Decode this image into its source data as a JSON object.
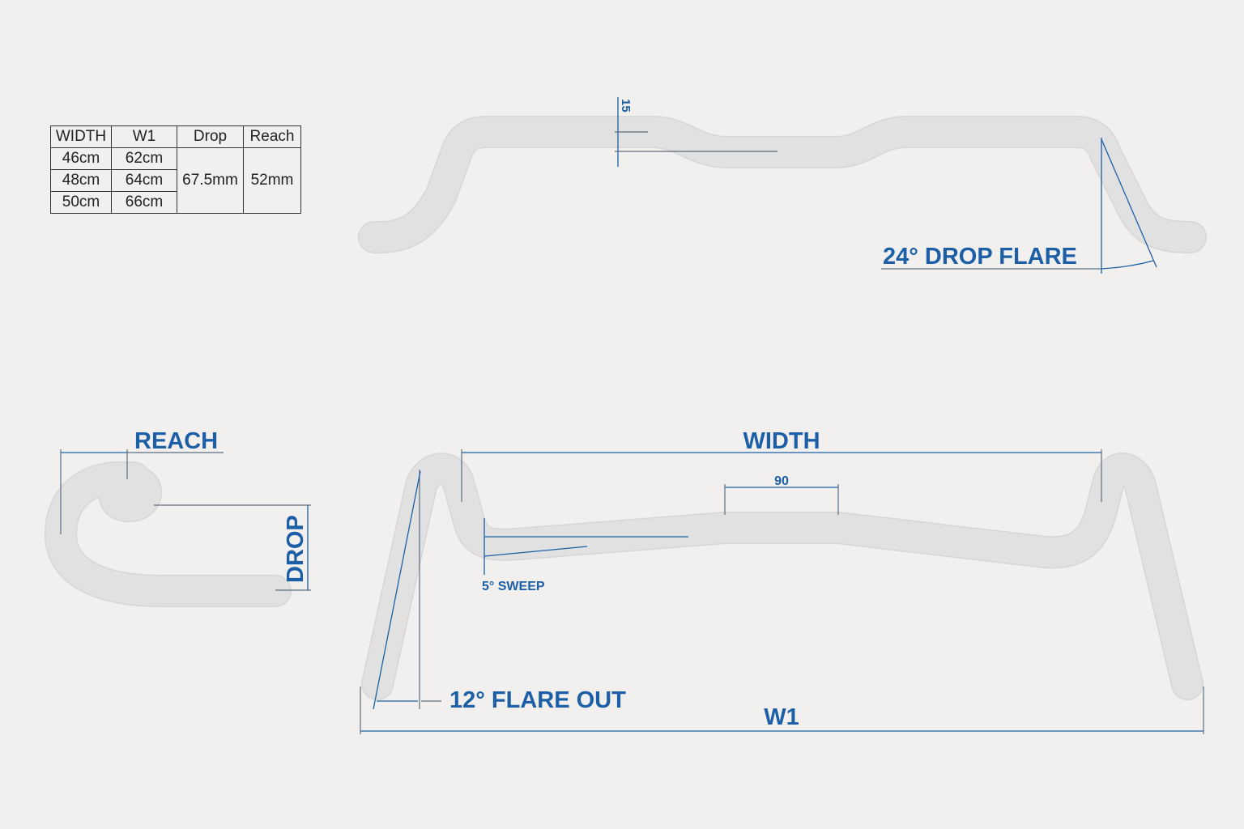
{
  "table": {
    "headers": [
      "WIDTH",
      "W1",
      "Drop",
      "Reach"
    ],
    "rows": [
      {
        "width": "46cm",
        "w1": "62cm"
      },
      {
        "width": "48cm",
        "w1": "64cm"
      },
      {
        "width": "50cm",
        "w1": "66cm"
      }
    ],
    "drop": "67.5mm",
    "reach": "52mm"
  },
  "labels": {
    "rise": "15",
    "drop_flare": "24° DROP FLARE",
    "reach": "REACH",
    "drop": "DROP",
    "width": "WIDTH",
    "center": "90",
    "sweep": "5° SWEEP",
    "flare_out": "12° FLARE OUT",
    "w1": "W1"
  },
  "colors": {
    "accent": "#1c5fa6",
    "bar": "#e1e1e1",
    "background": "#f1f0ee"
  }
}
